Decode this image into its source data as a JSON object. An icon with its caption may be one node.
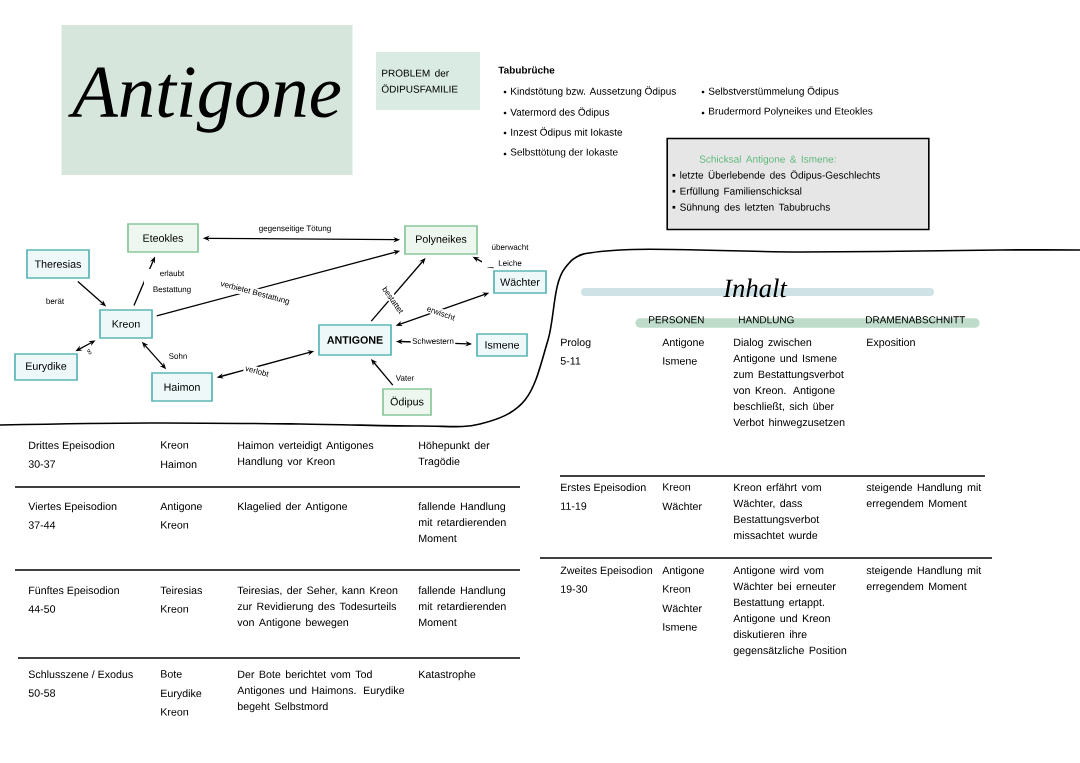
{
  "diagram": {
    "nodes": [
      {
        "text": [
          "Antigone"
        ]
      },
      {
        "text": [
          "PROBLEM der ÖDIPUSFAMILIE"
        ]
      },
      {
        "text": [
          "Schicksal Antigone & Ismene:",
          "letzte Überlebende des Ödipus-Geschlechts",
          "Erfüllung Familienschicksal",
          "Sühnung des letzten Tabubruchs"
        ]
      },
      {
        "text": [
          "Eteokles"
        ]
      },
      {
        "text": [
          "Polyneikes"
        ]
      },
      {
        "text": [
          "Theresias"
        ]
      },
      {
        "text": [
          "Wächter"
        ]
      },
      {
        "text": [
          "Kreon"
        ]
      },
      {
        "text": [
          "ANTIGONE"
        ]
      },
      {
        "text": [
          "Ismene"
        ]
      },
      {
        "text": [
          "Eurydike"
        ]
      },
      {
        "text": [
          "Haimon"
        ]
      },
      {
        "text": [
          "Ödipus"
        ]
      }
    ],
    "edges": [
      {
        "from": 3,
        "to": 4,
        "arrow": "both",
        "label": "gegenseitige Tötung"
      },
      {
        "from": 5,
        "to": 7,
        "arrow": "to",
        "label": "berät"
      },
      {
        "from": 7,
        "to": 3,
        "arrow": "to",
        "label": "erlaubt Bestattung"
      },
      {
        "from": 7,
        "to": 4,
        "arrow": "to",
        "label": "verbietet Bestattung"
      },
      {
        "from": 10,
        "to": 7,
        "arrow": "both",
        "label": "∞"
      },
      {
        "from": 7,
        "to": 11,
        "arrow": "both",
        "label": "Sohn"
      },
      {
        "from": 11,
        "to": 8,
        "arrow": "both",
        "label": "verlobt"
      },
      {
        "from": 8,
        "to": 4,
        "arrow": "to",
        "label": "bestattet"
      },
      {
        "from": 8,
        "to": 6,
        "arrow": "both",
        "label": "erwischt"
      },
      {
        "from": 8,
        "to": 9,
        "arrow": "both",
        "label": "Schwestern"
      },
      {
        "from": 12,
        "to": 8,
        "arrow": "to",
        "label": "Vater"
      },
      {
        "from": 4,
        "to": 6,
        "arrow": "both",
        "label": "überwacht Leiche"
      }
    ],
    "labels": [
      "Tabubrüche",
      "Kindstötung bzw. Aussetzung Ödipus",
      "Vatermord des Ödipus",
      "Inzest Ödipus mit Iokaste",
      "Selbsttötung der Iokaste",
      "Selbstverstümmelung Ödipus",
      "Brudermord Polyneikes und Eteokles",
      "Inhalt",
      "PERSONEN",
      "HANDLUNG",
      "DRAMENABSCHNITT",
      "Prolog",
      "5-11",
      "Antigone",
      "Ismene",
      "Dialog zwischen Antigone und Ismene zum Bestattungsverbot von Kreon. Antigone beschließt, sich über Verbot hinwegzusetzen",
      "Exposition",
      "Erstes Epeisodion",
      "11-19",
      "Kreon",
      "Wächter",
      "Kreon erfährt vom Wächter, dass Bestattungsverbot missachtet wurde",
      "steigende Handlung mit erregendem Moment",
      "Zweites Epeisodion",
      "19-30",
      "Antigone",
      "Kreon",
      "Wächter",
      "Ismene",
      "Antigone wird vom Wächter bei erneuter Bestattung ertappt. Antigone und Kreon diskutieren ihre gegensätzliche Position",
      "steigende Handlung mit erregendem Moment",
      "Drittes Epeisodion",
      "30-37",
      "Kreon",
      "Haimon",
      "Haimon verteidigt Antigones Handlung vor Kreon",
      "Höhepunkt der Tragödie",
      "Viertes Epeisodion",
      "37-44",
      "Antigone",
      "Kreon",
      "Klagelied der Antigone",
      "fallende Handlung mit retardierenden Moment",
      "Fünftes Epeisodion",
      "44-50",
      "Teiresias",
      "Kreon",
      "Teiresias, der Seher, kann Kreon zur Revidierung des Todesurteils von Antigone bewegen",
      "fallende Handlung mit retardierenden Moment",
      "Schlusszene / Exodus",
      "50-58",
      "Bote",
      "Eurydike",
      "Kreon",
      "Der Bote berichtet vom Tod Antigones und Haimons. Eurydike begeht Selbstmord",
      "Katastrophe"
    ]
  }
}
